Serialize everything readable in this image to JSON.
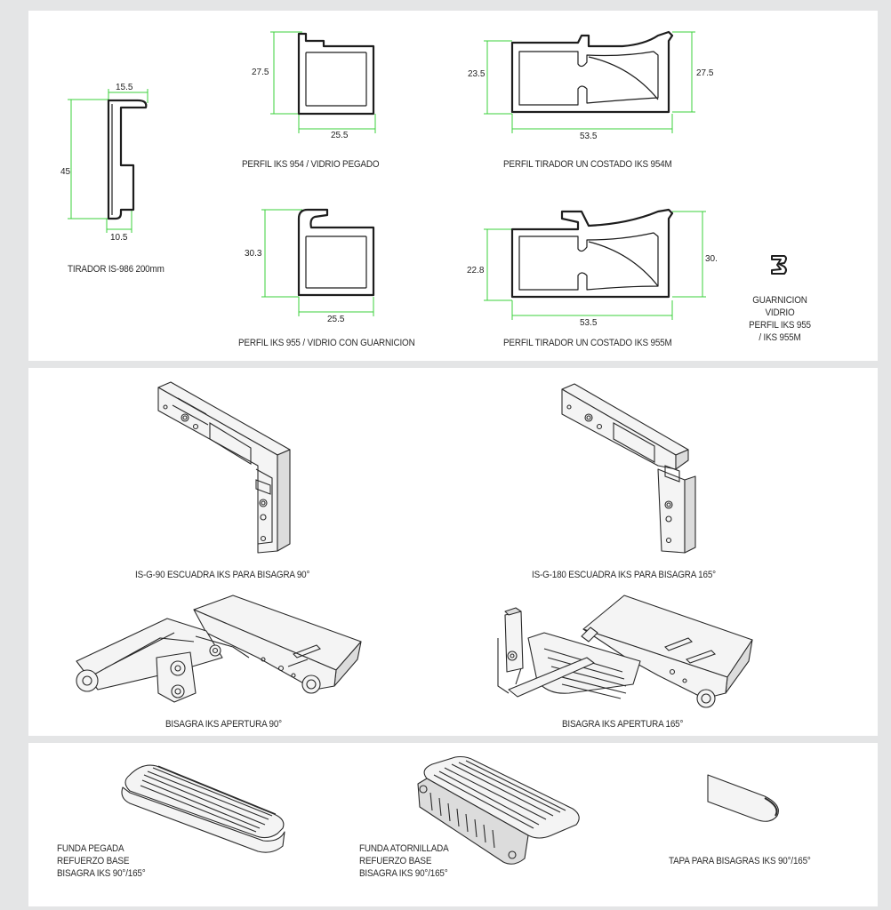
{
  "colors": {
    "background": "#e4e5e6",
    "panel": "#ffffff",
    "dimension_lines": "#3bd13b",
    "outline": "#1d1d1d"
  },
  "profiles": {
    "tirador": {
      "caption": "TIRADOR IS-986 200mm",
      "dim_top": "15.5",
      "dim_left": "45",
      "dim_bottom": "10.5"
    },
    "iks954": {
      "caption": "PERFIL IKS 954 / VIDRIO PEGADO",
      "dim_left": "27.5",
      "dim_bottom": "25.5"
    },
    "iks954m": {
      "caption": "PERFIL TIRADOR UN COSTADO IKS 954M",
      "dim_left": "23.5",
      "dim_right": "27.5",
      "dim_bottom": "53.5"
    },
    "iks955": {
      "caption": "PERFIL IKS 955 / VIDRIO CON GUARNICION",
      "dim_left": "30.3",
      "dim_bottom": "25.5"
    },
    "iks955m": {
      "caption": "PERFIL TIRADOR UN COSTADO IKS 955M",
      "dim_left": "22.8",
      "dim_right": "30.",
      "dim_bottom": "53.5"
    },
    "guarnicion": {
      "caption": "GUARNICION\nVIDRIO\nPERFIL IKS 955\n/ IKS 955M"
    }
  },
  "hardware": {
    "escuadra90": {
      "caption": "IS-G-90 ESCUADRA IKS PARA BISAGRA 90°"
    },
    "escuadra180": {
      "caption": "IS-G-180 ESCUADRA IKS PARA BISAGRA 165°"
    },
    "bisagra90": {
      "caption": "BISAGRA IKS APERTURA 90°"
    },
    "bisagra165": {
      "caption": "BISAGRA IKS APERTURA 165°"
    }
  },
  "covers": {
    "funda_pegada": {
      "caption": "FUNDA PEGADA\nREFUERZO BASE\nBISAGRA IKS 90°/165°"
    },
    "funda_atornillada": {
      "caption": "FUNDA ATORNILLADA\nREFUERZO BASE\nBISAGRA IKS 90°/165°"
    },
    "tapa": {
      "caption": "TAPA PARA BISAGRAS IKS 90°/165°"
    }
  }
}
